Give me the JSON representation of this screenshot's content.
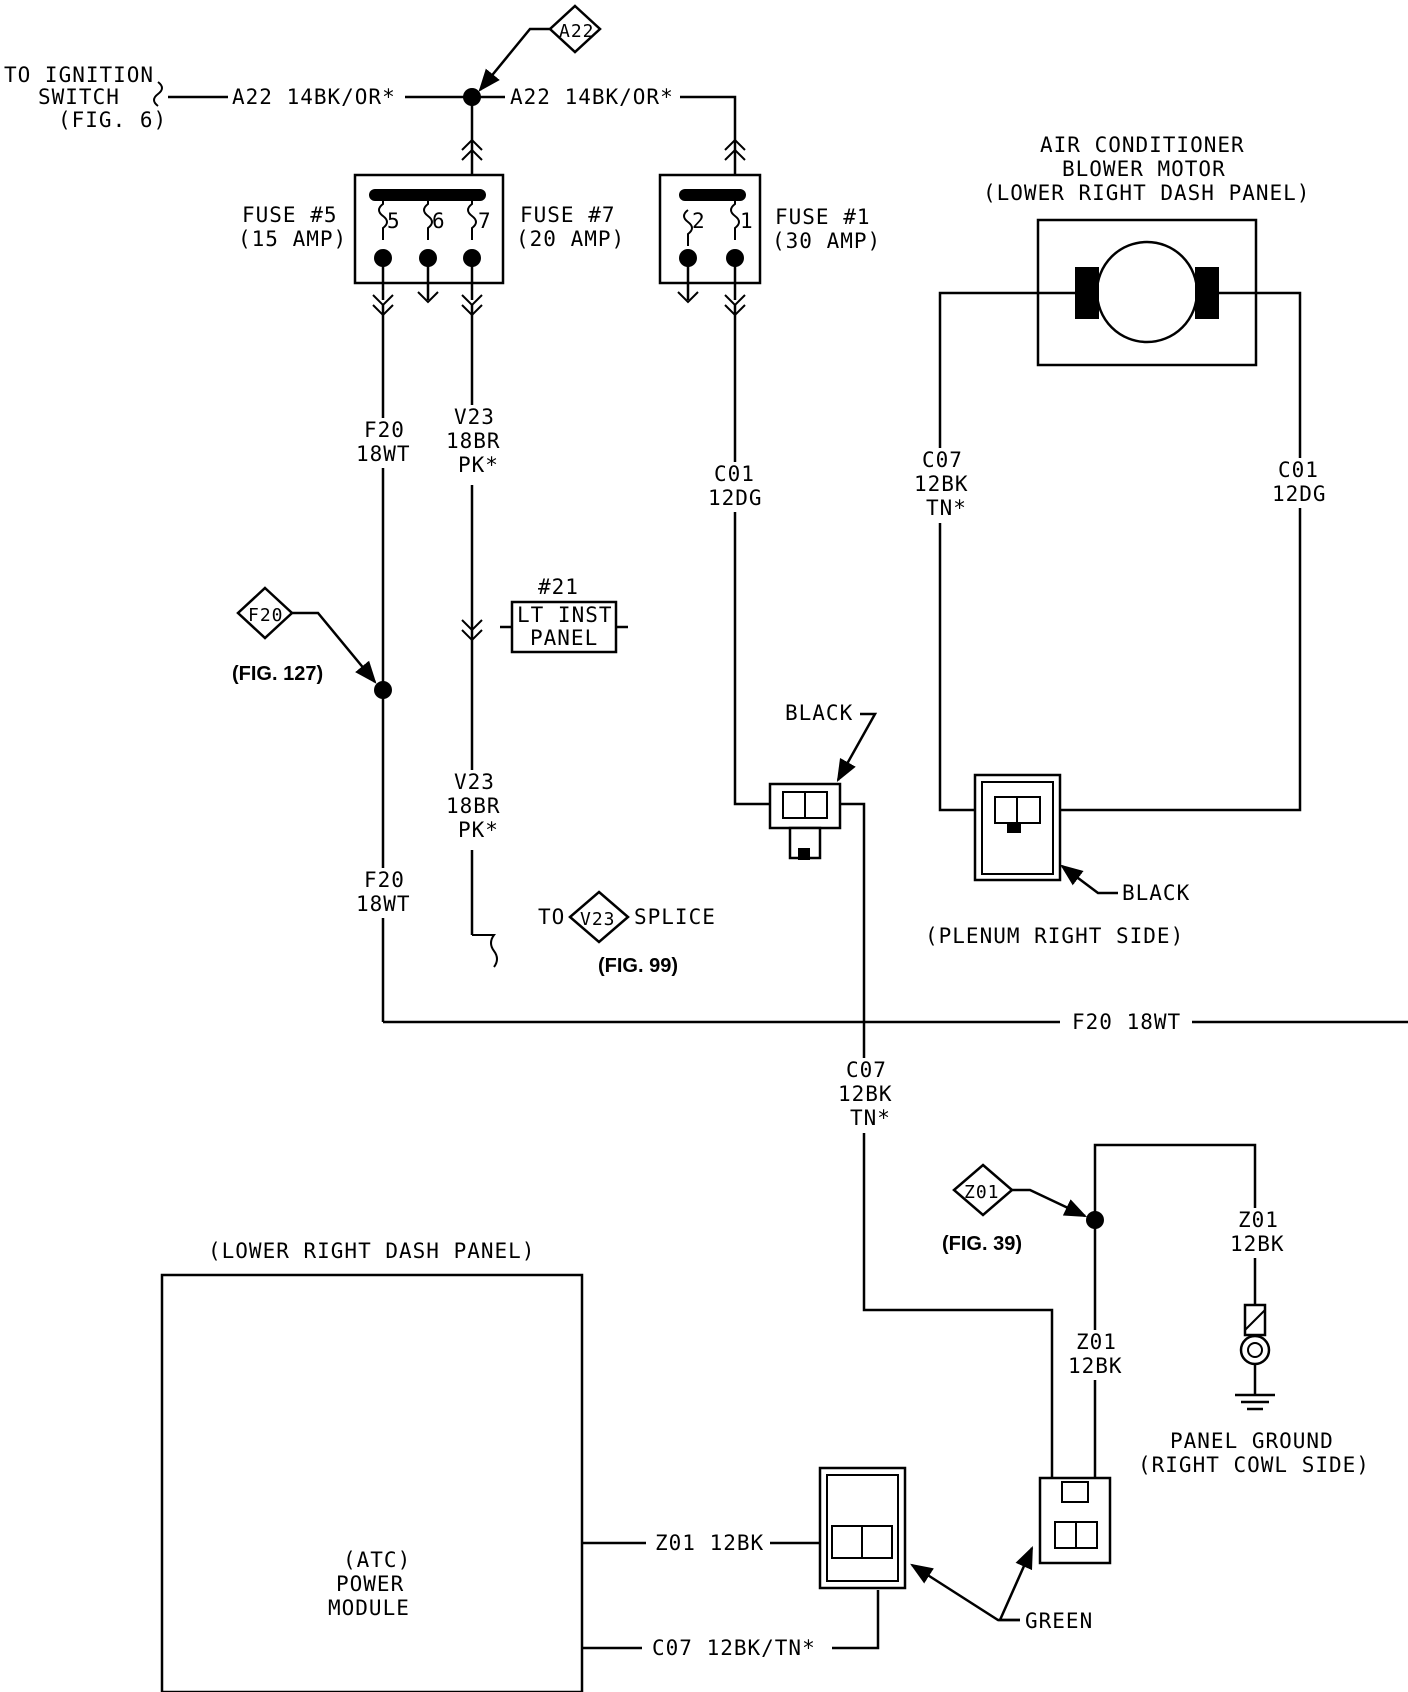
{
  "ignition": {
    "line1": "TO IGNITION",
    "line2": "SWITCH",
    "line3": "(FIG. 6)"
  },
  "wires": {
    "a22_left": "A22 14BK/OR*",
    "a22_right": "A22 14BK/OR*",
    "f20_name": "F20",
    "f20_gauge": "18WT",
    "f20_name2": "F20",
    "f20_gauge2": "18WT",
    "f20_horizontal": "F20 18WT",
    "v23_name": "V23",
    "v23_gauge": "18BR",
    "v23_tracer": "PK*",
    "v23_name2": "V23",
    "v23_gauge2": "18BR",
    "v23_tracer2": "PK*",
    "c01_name": "C01",
    "c01_gauge": "12DG",
    "c01_name_right": "C01",
    "c01_gauge_right": "12DG",
    "c07_name": "C07",
    "c07_gauge": "12BK",
    "c07_tracer": "TN*",
    "c07_name_mid": "C07",
    "c07_gauge_mid": "12BK",
    "c07_tracer_mid": "TN*",
    "z01_name_a": "Z01",
    "z01_gauge_a": "12BK",
    "z01_name_b": "Z01",
    "z01_gauge_b": "12BK",
    "z01_module": "Z01 12BK",
    "c07_module": "C07 12BK/TN*"
  },
  "refs": {
    "a22": "A22",
    "f20": "F20",
    "f20_fig": "(FIG. 127)",
    "v23": "V23",
    "z01": "Z01",
    "z01_fig": "(FIG. 39)"
  },
  "fuses": {
    "fuse5": "FUSE #5",
    "fuse5_amp": "(15 AMP)",
    "fuse7": "FUSE #7",
    "fuse7_amp": "(20 AMP)",
    "fuse1": "FUSE #1",
    "fuse1_amp": "(30 AMP)",
    "pin5": "5",
    "pin6": "6",
    "pin7": "7",
    "pin2": "2",
    "pin1": "1"
  },
  "lt_panel": {
    "number": "#21",
    "line1": "LT INST",
    "line2": "PANEL"
  },
  "splice": {
    "to": "TO",
    "splice": "SPLICE",
    "fig": "(FIG. 99)"
  },
  "blower": {
    "line1": "AIR CONDITIONER",
    "line2": "BLOWER MOTOR",
    "line3": "(LOWER RIGHT DASH PANEL)"
  },
  "connectors": {
    "black1": "BLACK",
    "black2": "BLACK",
    "plenum": "(PLENUM RIGHT SIDE)",
    "green": "GREEN"
  },
  "ground": {
    "line1": "PANEL GROUND",
    "line2": "(RIGHT COWL SIDE)"
  },
  "module": {
    "location": "(LOWER RIGHT DASH PANEL)",
    "line1": "(ATC)",
    "line2": "POWER",
    "line3": "MODULE"
  }
}
